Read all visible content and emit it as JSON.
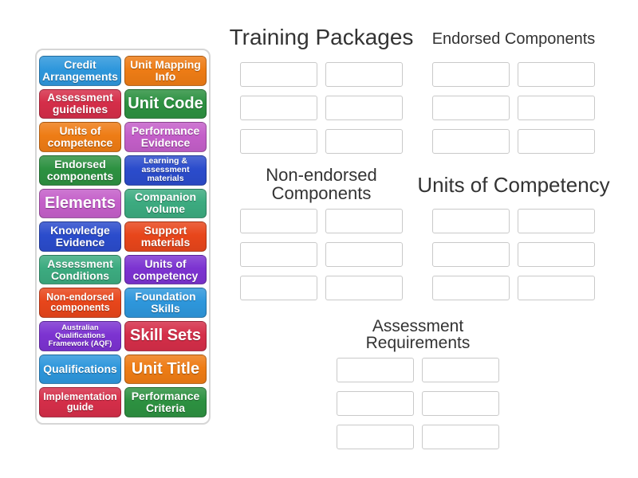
{
  "word_bank": {
    "tiles": [
      {
        "label": "Credit Arrangements",
        "color": "#2e97dc",
        "size": "md"
      },
      {
        "label": "Unit Mapping Info",
        "color": "#ee7c15",
        "size": "md"
      },
      {
        "label": "Assessment guidelines",
        "color": "#d52e49",
        "size": "md"
      },
      {
        "label": "Unit Code",
        "color": "#2d9141",
        "size": "lg"
      },
      {
        "label": "Units of competence",
        "color": "#ee7c15",
        "size": "md"
      },
      {
        "label": "Performance Evidence",
        "color": "#c45fc9",
        "size": "md"
      },
      {
        "label": "Endorsed components",
        "color": "#2d9141",
        "size": "md"
      },
      {
        "label": "Learning & assessment materials",
        "color": "#2b4ccc",
        "size": "xs"
      },
      {
        "label": "Elements",
        "color": "#c45fc9",
        "size": "lg"
      },
      {
        "label": "Companion volume",
        "color": "#3cab80",
        "size": "md"
      },
      {
        "label": "Knowledge Evidence",
        "color": "#2b4ccc",
        "size": "md"
      },
      {
        "label": "Support materials",
        "color": "#e8461b",
        "size": "md"
      },
      {
        "label": "Assessment Conditions",
        "color": "#3cab80",
        "size": "md"
      },
      {
        "label": "Units of competency",
        "color": "#7c33d1",
        "size": "md"
      },
      {
        "label": "Non-endorsed components",
        "color": "#e8461b",
        "size": "sm"
      },
      {
        "label": "Foundation Skills",
        "color": "#2e97dc",
        "size": "md"
      },
      {
        "label": "Australian Qualifications Framework (AQF)",
        "color": "#7c33d1",
        "size": "xxs"
      },
      {
        "label": "Skill Sets",
        "color": "#d52e49",
        "size": "lg"
      },
      {
        "label": "Qualifications",
        "color": "#2e97dc",
        "size": "md"
      },
      {
        "label": "Unit Title",
        "color": "#ee7c15",
        "size": "lg"
      },
      {
        "label": "Implementation guide",
        "color": "#d52e49",
        "size": "sm"
      },
      {
        "label": "Performance Criteria",
        "color": "#2d9141",
        "size": "md"
      }
    ]
  },
  "groups": [
    {
      "id": "training-packages",
      "title": "Training Packages",
      "slots": 6,
      "title_wrap": false
    },
    {
      "id": "endorsed-components",
      "title": "Endorsed Components",
      "slots": 6,
      "title_wrap": false
    },
    {
      "id": "non-endorsed-components",
      "title": "Non-endorsed Components",
      "slots": 6,
      "title_wrap": true
    },
    {
      "id": "units-of-competency",
      "title": "Units of Competency",
      "slots": 6,
      "title_wrap": false
    },
    {
      "id": "assessment-requirements",
      "title": "Assessment Requirements",
      "slots": 6,
      "title_wrap": true
    }
  ]
}
